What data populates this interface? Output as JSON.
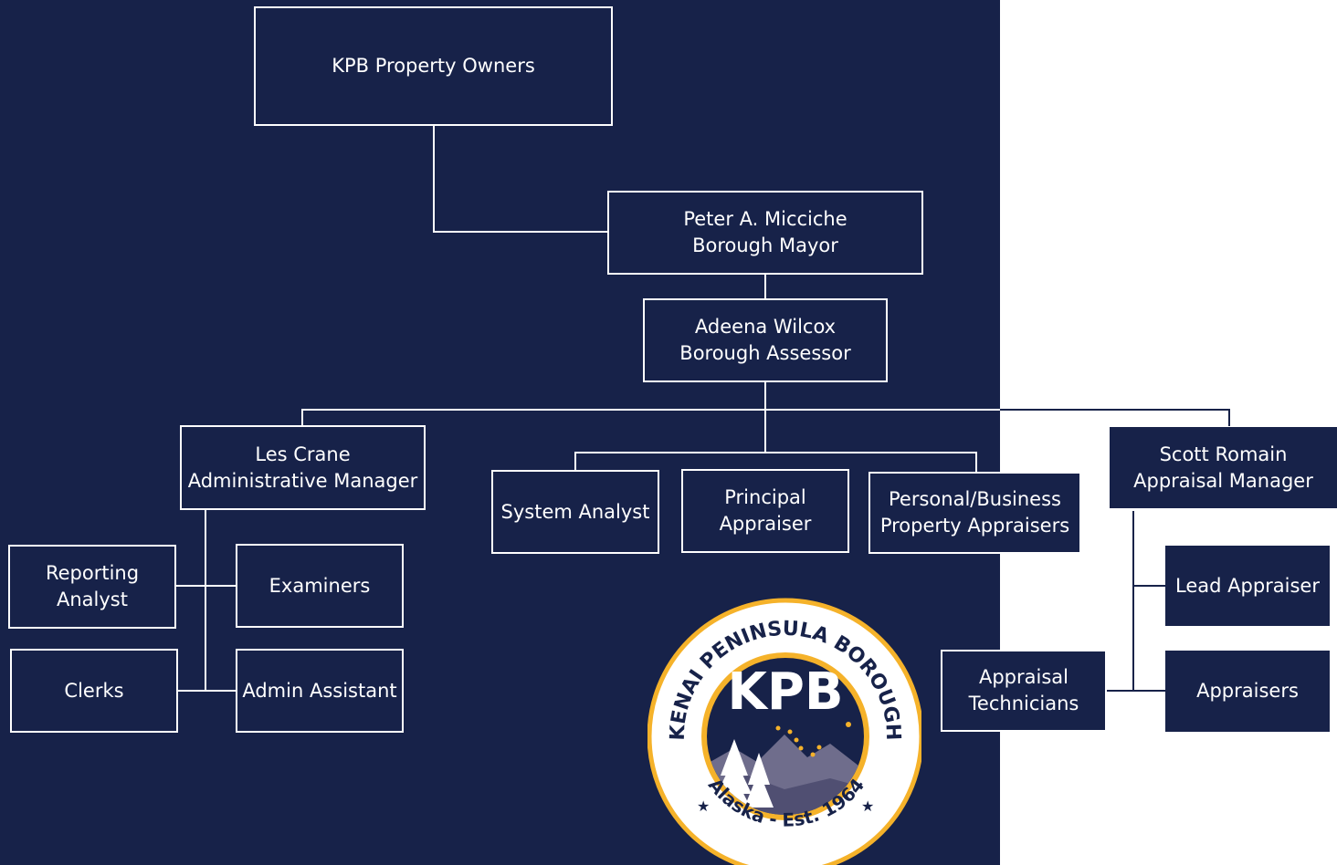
{
  "colors": {
    "background_panel": "#172249",
    "line_white": "#ffffff",
    "line_dark": "#172249",
    "seal_gold": "#f5b22a"
  },
  "chart": {
    "root": {
      "label": "KPB Property Owners"
    },
    "mayor": {
      "name": "Peter A. Micciche",
      "title": "Borough Mayor"
    },
    "assessor": {
      "name": "Adeena Wilcox",
      "title": "Borough Assessor"
    },
    "admin_manager": {
      "name": "Les Crane",
      "title": "Administrative Manager"
    },
    "appraisal_manager": {
      "name": "Scott Romain",
      "title": "Appraisal Manager"
    },
    "system_analyst": {
      "label": "System Analyst"
    },
    "principal_appraiser": {
      "line1": "Principal",
      "line2": "Appraiser"
    },
    "personal_business": {
      "line1": "Personal/Business",
      "line2": "Property Appraisers"
    },
    "reporting_analyst": {
      "line1": "Reporting",
      "line2": "Analyst"
    },
    "examiners": {
      "label": "Examiners"
    },
    "clerks": {
      "label": "Clerks"
    },
    "admin_assistant": {
      "label": "Admin Assistant"
    },
    "lead_appraiser": {
      "label": "Lead Appraiser"
    },
    "appraisers": {
      "label": "Appraisers"
    },
    "appraisal_technicians": {
      "line1": "Appraisal",
      "line2": "Technicians"
    }
  },
  "seal": {
    "top_text": "KENAI PENINSULA BOROUGH",
    "bottom_text": "Alaska - Est. 1964",
    "center_text": "KPB"
  }
}
